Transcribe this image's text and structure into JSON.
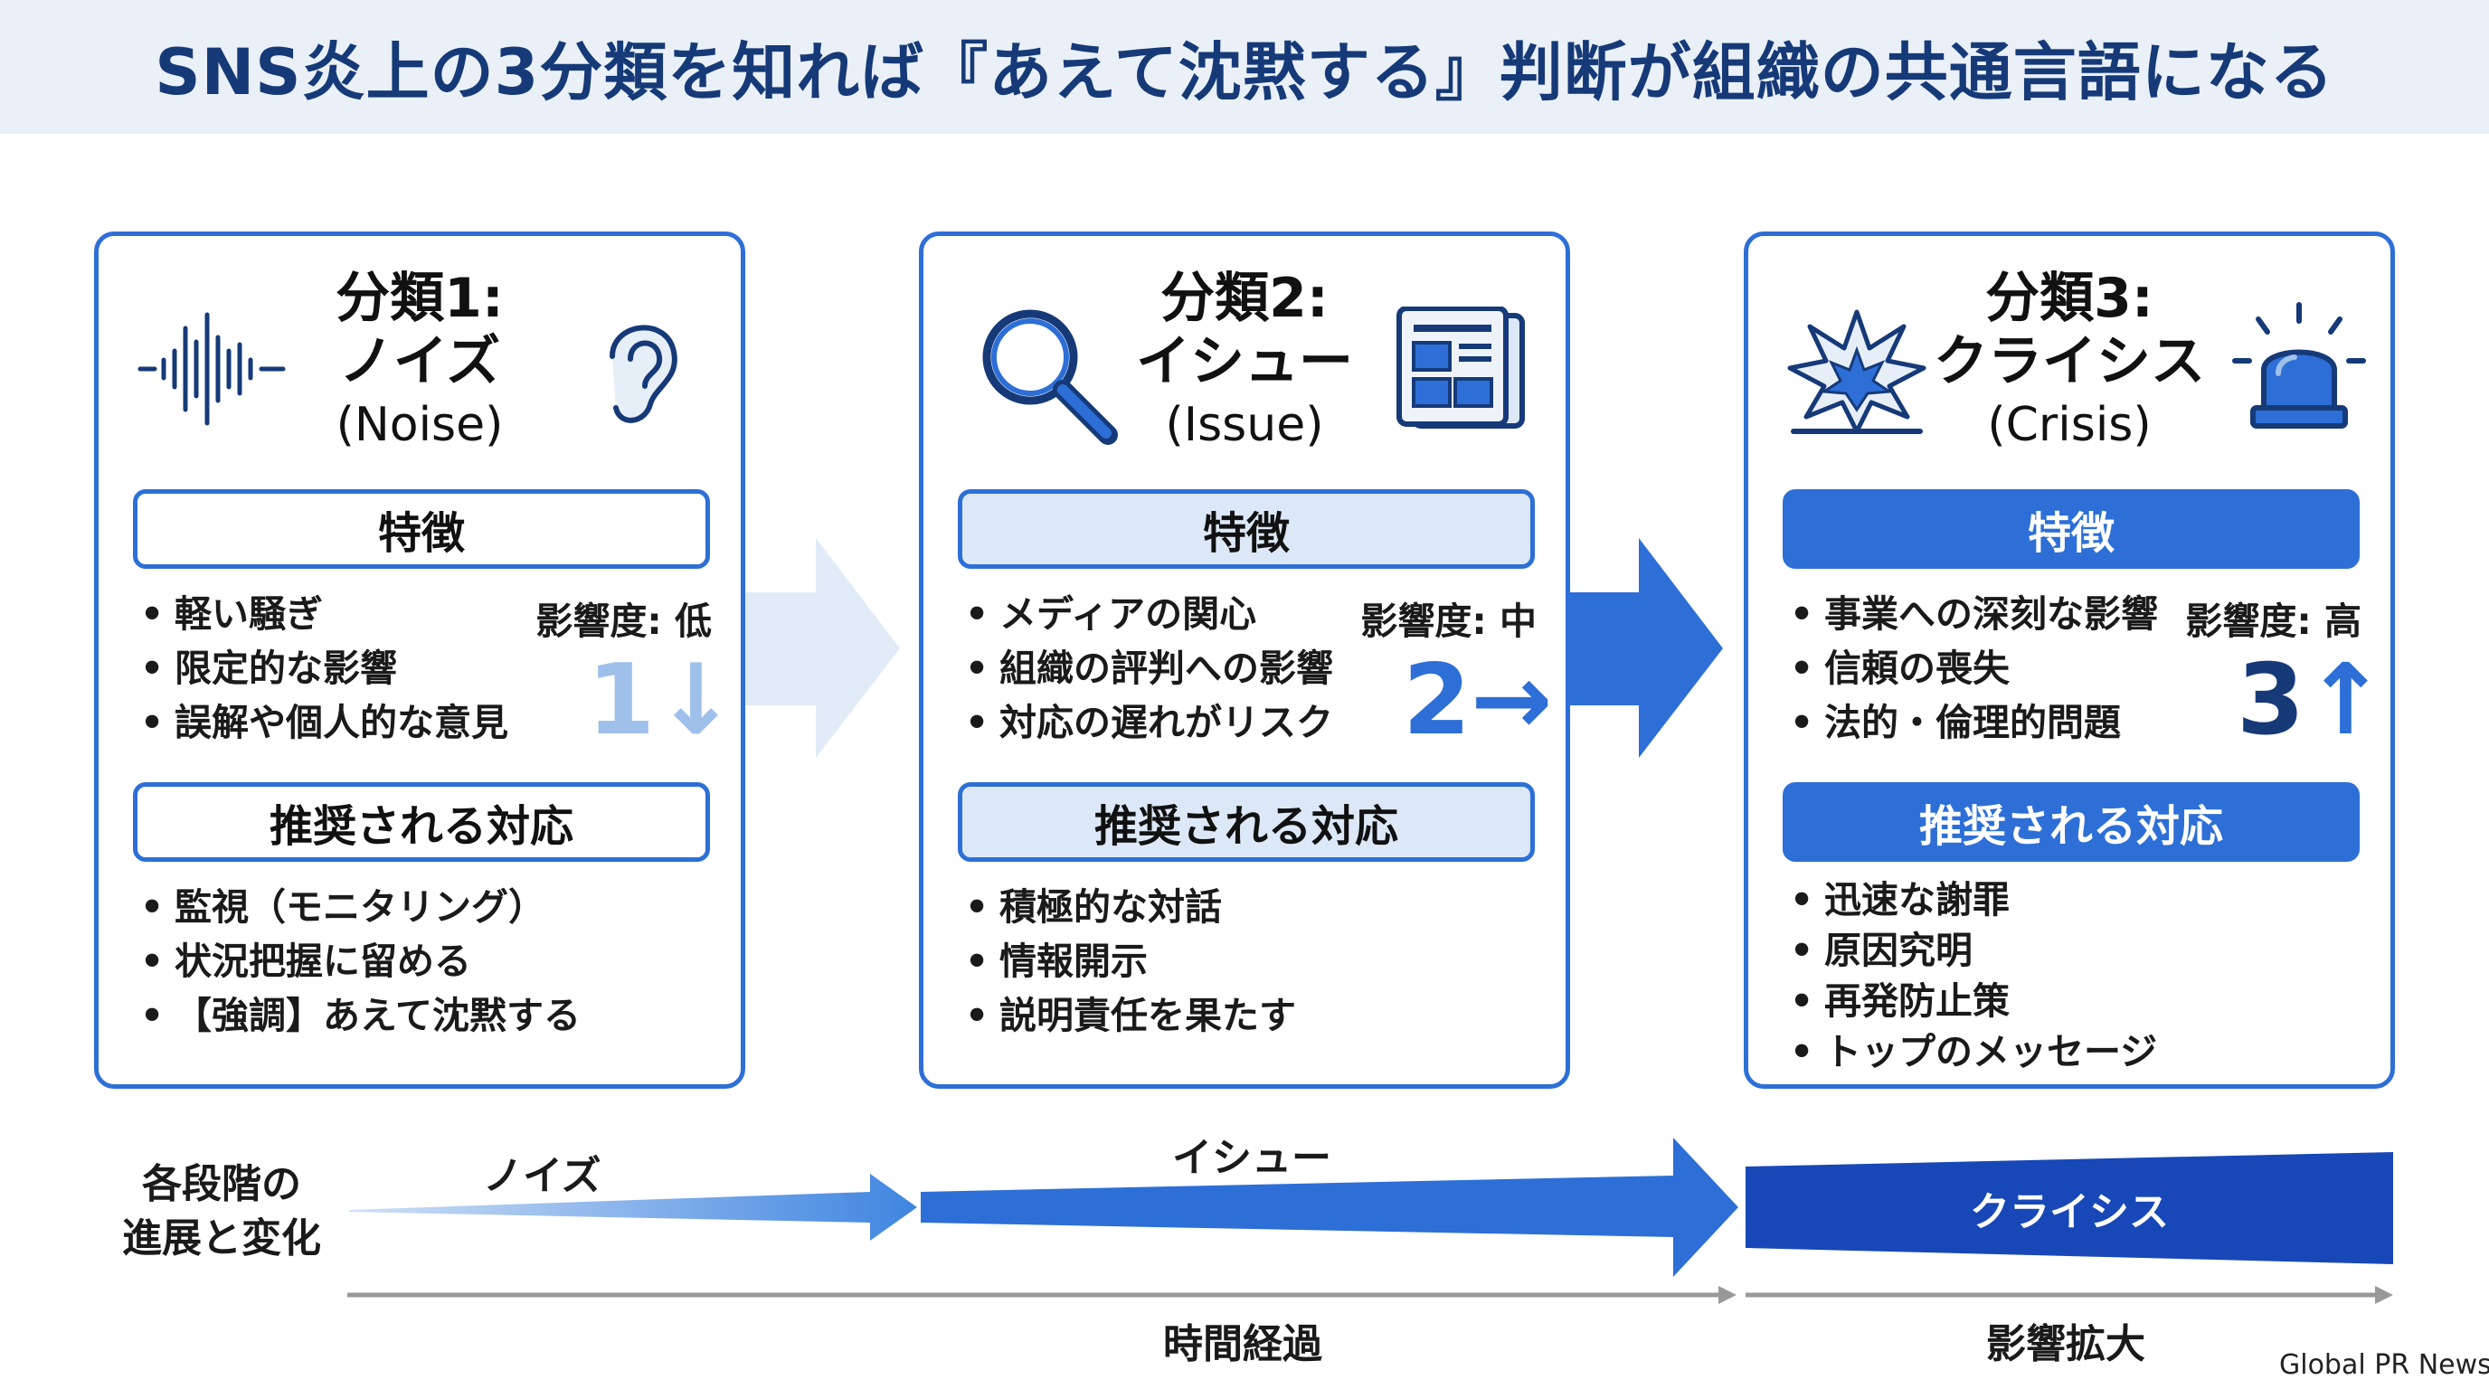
{
  "title": "SNS炎上の3分類を知れば『あえて沈黙する』判断が組織の共通言語になる",
  "cards": [
    {
      "heading": "分類1:",
      "name_ja": "ノイズ",
      "name_en": "(Noise)",
      "features_label": "特徴",
      "features": [
        "軽い騒ぎ",
        "限定的な影響",
        "誤解や個人的な意見"
      ],
      "impact_label": "影響度: 低",
      "level": "1",
      "level_arrow": "↓",
      "response_label": "推奨される対応",
      "responses": [
        "監視（モニタリング）",
        "状況把握に留める",
        "【強調】あえて沈黙する"
      ],
      "icons": [
        "sound-wave-icon",
        "ear-icon"
      ]
    },
    {
      "heading": "分類2:",
      "name_ja": "イシュー",
      "name_en": "(Issue)",
      "features_label": "特徴",
      "features": [
        "メディアの関心",
        "組織の評判への影響",
        "対応の遅れがリスク"
      ],
      "impact_label": "影響度: 中",
      "level": "2",
      "level_arrow": "→",
      "response_label": "推奨される対応",
      "responses": [
        "積極的な対話",
        "情報開示",
        "説明責任を果たす"
      ],
      "icons": [
        "magnifier-icon",
        "newspaper-icon"
      ]
    },
    {
      "heading": "分類3:",
      "name_ja": "クライシス",
      "name_en": "(Crisis)",
      "features_label": "特徴",
      "features": [
        "事業への深刻な影響",
        "信頼の喪失",
        "法的・倫理的問題"
      ],
      "impact_label": "影響度: 高",
      "level": "3",
      "level_arrow": "↑",
      "response_label": "推奨される対応",
      "responses": [
        "迅速な謝罪",
        "原因究明",
        "再発防止策",
        "トップのメッセージ"
      ],
      "icons": [
        "explosion-icon",
        "alarm-light-icon"
      ]
    }
  ],
  "timeline": {
    "label_line1": "各段階の",
    "label_line2": "進展と変化",
    "stage1": "ノイズ",
    "stage2": "イシュー",
    "stage3": "クライシス",
    "axis1": "時間経過",
    "axis2": "影響拡大"
  },
  "footer": "Global PR News",
  "colors": {
    "primary": "#2d6fd6",
    "dark_navy": "#163a78",
    "light_blue": "#9fc0ea",
    "pale_blue": "#dce8f8"
  }
}
